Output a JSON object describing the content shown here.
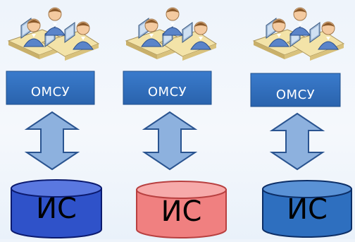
{
  "columns": [
    {
      "omsu_label": "ОМСУ",
      "db_label": "ИС",
      "db_color": "#2f52c9",
      "db_top_color": "#5a78e0",
      "db_stroke": "#0b1a6e"
    },
    {
      "omsu_label": "ОМСУ",
      "db_label": "ИС",
      "db_color": "#f08080",
      "db_top_color": "#f7aaaa",
      "db_stroke": "#b84040"
    },
    {
      "omsu_label": "ОМСУ",
      "db_label": "ИС",
      "db_color": "#2e6fbf",
      "db_top_color": "#5a92d6",
      "db_stroke": "#0c2e66"
    }
  ],
  "colors": {
    "omsu_box": "#2e6fbe",
    "arrow_fill": "#8db1de",
    "arrow_stroke": "#2a5490"
  }
}
